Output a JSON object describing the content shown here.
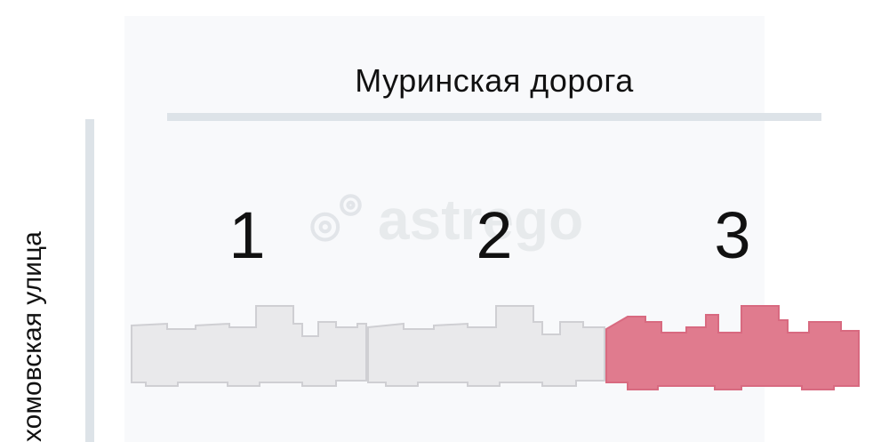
{
  "map": {
    "road_top": "Муринская  дорога",
    "road_side": "хомовская улица",
    "watermark": "astrego",
    "queues": [
      {
        "label": "1",
        "status": "inactive",
        "color": "#e9e9eb"
      },
      {
        "label": "2",
        "status": "inactive",
        "color": "#e9e9eb"
      },
      {
        "label": "3",
        "status": "highlighted",
        "color": "#e07b8e"
      }
    ],
    "colors": {
      "inactive_fill": "#e9e9eb",
      "inactive_stroke": "#cfcfd3",
      "highlight_fill": "#e07b8e",
      "highlight_stroke": "#d86a80",
      "road": "#dde3e8"
    }
  }
}
